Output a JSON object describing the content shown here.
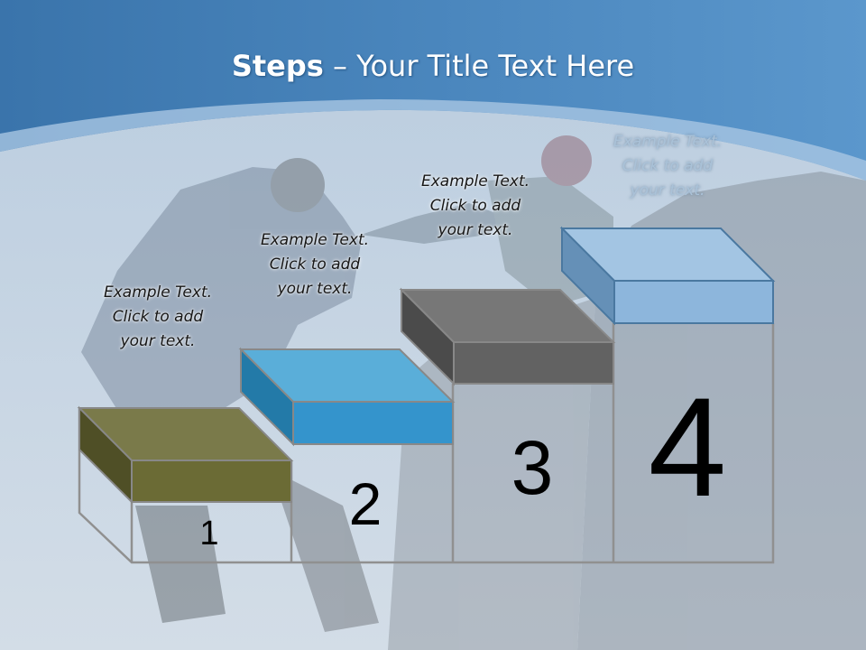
{
  "title": {
    "bold": "Steps",
    "rest": " – Your Title Text Here"
  },
  "steps": [
    {
      "number": "1",
      "color": "#6b6b3a",
      "lines": [
        "Example Text.",
        "Click  to add",
        "your text."
      ]
    },
    {
      "number": "2",
      "color": "#3b97cc",
      "lines": [
        "Example Text.",
        "Click  to add",
        "your text."
      ]
    },
    {
      "number": "3",
      "color": "#666666",
      "lines": [
        "Example Text.",
        "Click  to add",
        "your text."
      ]
    },
    {
      "number": "4",
      "color": "#8fb6d8",
      "lines": [
        "Example Text.",
        "Click  to add",
        "your text."
      ]
    }
  ],
  "colors": {
    "header_blue": "#3f79b0",
    "header_accent": "#6fa8d6",
    "background": "#c9d6e3"
  }
}
